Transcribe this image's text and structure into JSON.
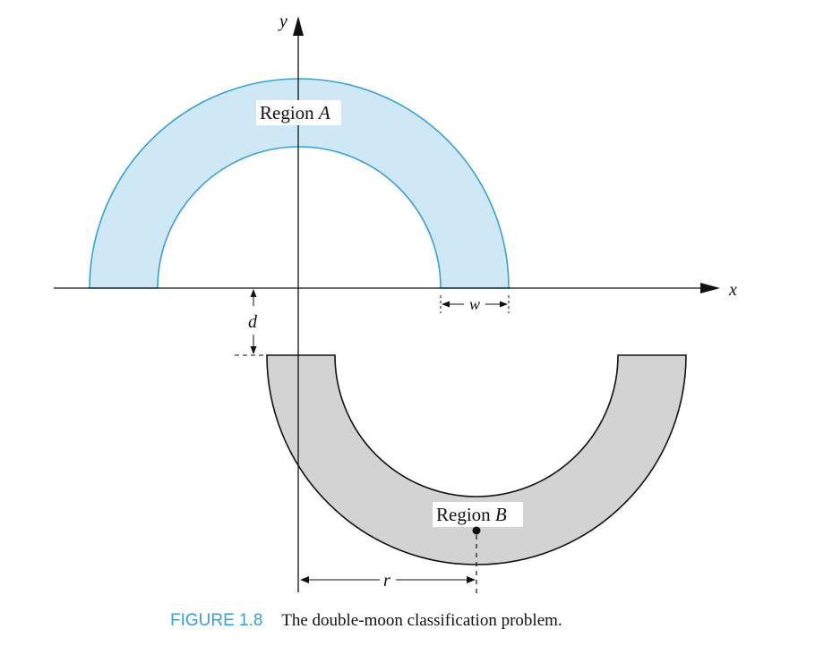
{
  "figure": {
    "axis_x_label": "x",
    "axis_y_label": "y",
    "region_a_label": "Region",
    "region_a_letter": "A",
    "region_b_label": "Region",
    "region_b_letter": "B",
    "width_label": "w",
    "distance_label": "d",
    "radius_label": "r",
    "colors": {
      "region_a_fill": "#cfe8f5",
      "region_a_stroke": "#3a9fd8",
      "region_b_fill": "#d3d3d3",
      "region_b_stroke": "#111111",
      "caption_label": "#3a9fd8"
    }
  },
  "caption": {
    "label": "FIGURE 1.8",
    "text": "The double-moon classification problem."
  }
}
